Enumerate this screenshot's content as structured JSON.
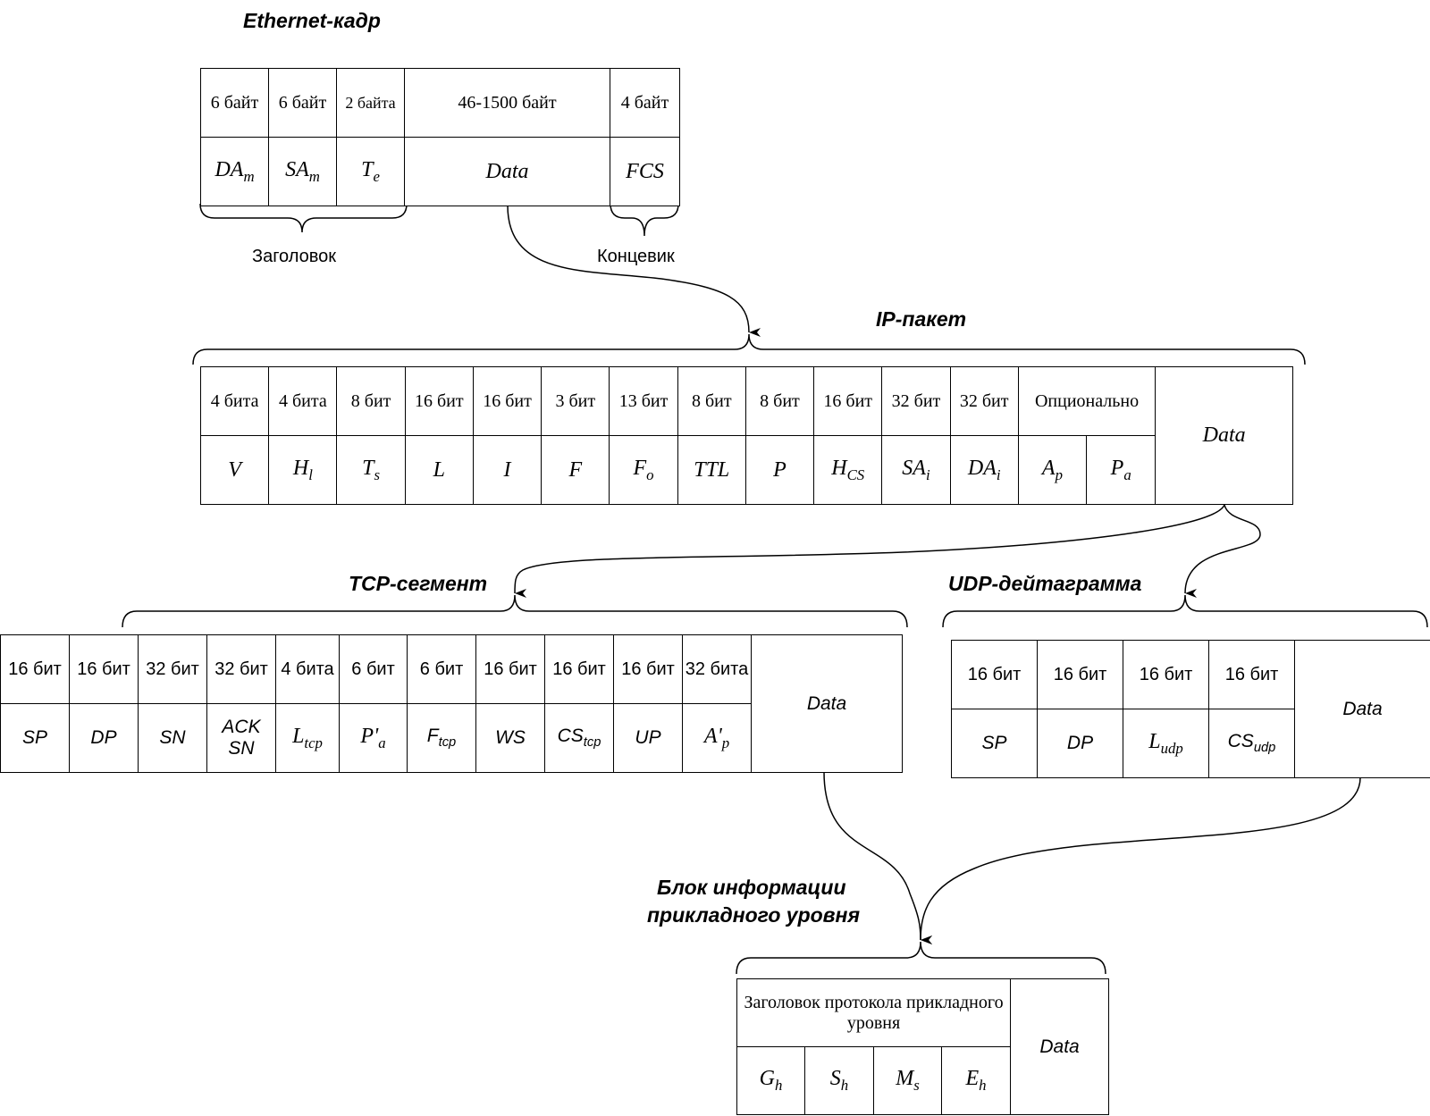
{
  "ethernet": {
    "title": "Ethernet-кадр",
    "sizes": [
      "6 байт",
      "6 байт",
      "2 байта",
      "46-1500 байт",
      "4 байт"
    ],
    "fields": [
      {
        "base": "DA",
        "sub": "m"
      },
      {
        "base": "SA",
        "sub": "m"
      },
      {
        "base": "T",
        "sub": "e"
      },
      {
        "base": "Data",
        "sub": ""
      },
      {
        "base": "FCS",
        "sub": ""
      }
    ],
    "header_label": "Заголовок",
    "trailer_label": "Концевик"
  },
  "ip": {
    "title": "IP-пакет",
    "sizes": [
      "4 бита",
      "4 бита",
      "8 бит",
      "16 бит",
      "16 бит",
      "3 бит",
      "13 бит",
      "8 бит",
      "8 бит",
      "16 бит",
      "32 бит",
      "32 бит",
      "Опционально"
    ],
    "fields": [
      {
        "base": "V",
        "sub": ""
      },
      {
        "base": "H",
        "sub": "l"
      },
      {
        "base": "T",
        "sub": "s"
      },
      {
        "base": "L",
        "sub": ""
      },
      {
        "base": "I",
        "sub": ""
      },
      {
        "base": "F",
        "sub": ""
      },
      {
        "base": "F",
        "sub": "o"
      },
      {
        "base": "TTL",
        "sub": ""
      },
      {
        "base": "P",
        "sub": ""
      },
      {
        "base": "H",
        "sub": "CS"
      },
      {
        "base": "SA",
        "sub": "i"
      },
      {
        "base": "DA",
        "sub": "i"
      },
      {
        "base": "A",
        "sub": "p"
      },
      {
        "base": "P",
        "sub": "a"
      }
    ],
    "data_label": "Data"
  },
  "tcp": {
    "title": "TCP-сегмент",
    "sizes": [
      "16 бит",
      "16 бит",
      "32 бит",
      "32 бит",
      "4 бита",
      "6 бит",
      "6 бит",
      "16 бит",
      "16 бит",
      "16 бит",
      "32 бита"
    ],
    "fields": [
      {
        "base": "SP",
        "sub": ""
      },
      {
        "base": "DP",
        "sub": ""
      },
      {
        "base": "SN",
        "sub": ""
      },
      {
        "base": "ACK SN",
        "sub": ""
      },
      {
        "base": "L",
        "sub": "tcp"
      },
      {
        "base": "P'",
        "sub": "a"
      },
      {
        "base": "F",
        "sub": "tcp"
      },
      {
        "base": "WS",
        "sub": ""
      },
      {
        "base": "CS",
        "sub": "tcp"
      },
      {
        "base": "UP",
        "sub": ""
      },
      {
        "base": "A'",
        "sub": "p"
      }
    ],
    "data_label": "Data"
  },
  "udp": {
    "title": "UDP-дейтаграмма",
    "sizes": [
      "16 бит",
      "16 бит",
      "16 бит",
      "16 бит"
    ],
    "fields": [
      {
        "base": "SP",
        "sub": ""
      },
      {
        "base": "DP",
        "sub": ""
      },
      {
        "base": "L",
        "sub": "udp"
      },
      {
        "base": "CS",
        "sub": "udp"
      }
    ],
    "data_label": "Data"
  },
  "app": {
    "title_line1": "Блок информации",
    "title_line2": "прикладного уровня",
    "header_label": "Заголовок протокола прикладного уровня",
    "fields": [
      {
        "base": "G",
        "sub": "h"
      },
      {
        "base": "S",
        "sub": "h"
      },
      {
        "base": "M",
        "sub": "s"
      },
      {
        "base": "E",
        "sub": "h"
      }
    ],
    "data_label": "Data"
  }
}
